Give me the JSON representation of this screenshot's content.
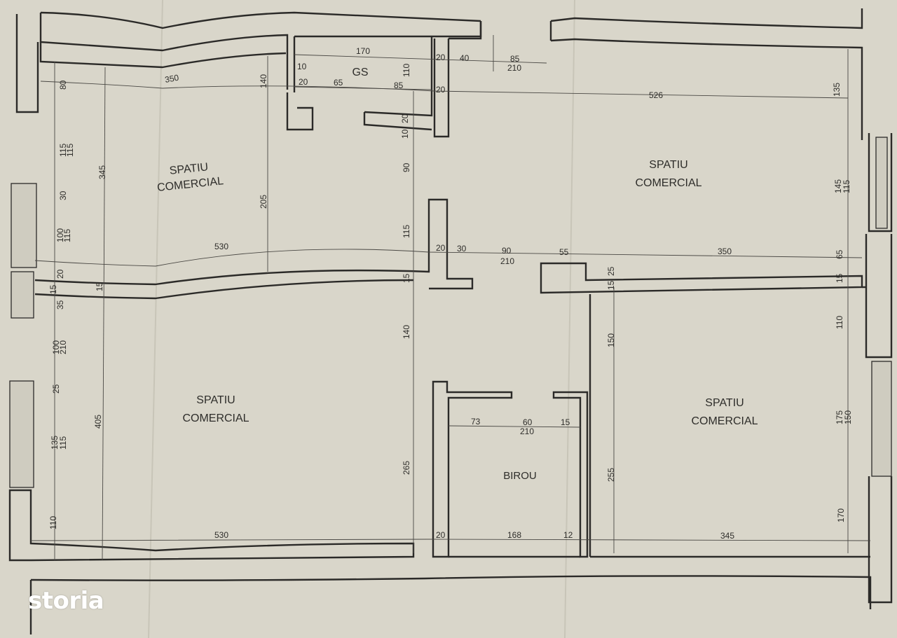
{
  "rooms": {
    "top_left": [
      "SPATIU",
      "COMERCIAL"
    ],
    "top_right": [
      "SPATIU",
      "COMERCIAL"
    ],
    "bottom_left": [
      "SPATIU",
      "COMERCIAL"
    ],
    "bottom_right": [
      "SPATIU",
      "COMERCIAL"
    ],
    "gs": "GS",
    "birou": "BIROU"
  },
  "dimensions": {
    "top_170": "170",
    "top_20a": "20",
    "top_40": "40",
    "top_85": "85",
    "top_210": "210",
    "gs_10": "10",
    "gs_20": "20",
    "gs_65": "65",
    "gs_85": "85",
    "gs_110": "110",
    "gs_20b": "20",
    "top_80": "80",
    "top_140": "140",
    "top_526": "526",
    "top_135": "135",
    "top_350_curve": "350",
    "left_115a": "115",
    "left_115b": "115",
    "left_30": "30",
    "left_100": "100",
    "left_115c": "115",
    "left_345": "345",
    "left_15a": "15",
    "left_20": "20",
    "left_15b": "15",
    "left_35": "35",
    "left_100b": "100",
    "left_210": "210",
    "left_25": "25",
    "left_405": "405",
    "left_135": "135",
    "left_115d": "115",
    "left_110": "110",
    "mid_205": "205",
    "mid_10": "10",
    "mid_20": "20",
    "mid_90": "90",
    "mid_115": "115",
    "mid_15": "15",
    "mid_140": "140",
    "mid_265": "265",
    "h_530a": "530",
    "h_20": "20",
    "h_30": "30",
    "h_90": "90",
    "h_210": "210",
    "h_55": "55",
    "h_350": "350",
    "r_145": "145",
    "r_115": "115",
    "r_65": "65",
    "r_15": "15",
    "r_25": "25",
    "r_15b": "15",
    "r_110": "110",
    "r_150": "150",
    "r_175": "175",
    "r_150b": "150",
    "r_255": "255",
    "r_170": "170",
    "b_73": "73",
    "b_60": "60",
    "b_15": "15",
    "b_210": "210",
    "bot_530": "530",
    "bot_20": "20",
    "bot_168": "168",
    "bot_12": "12",
    "bot_345": "345"
  },
  "brand": {
    "logo": "storia"
  },
  "colors": {
    "paper": "#d9d6ca",
    "ink": "#2b2a28",
    "logo": "#ffffff"
  }
}
